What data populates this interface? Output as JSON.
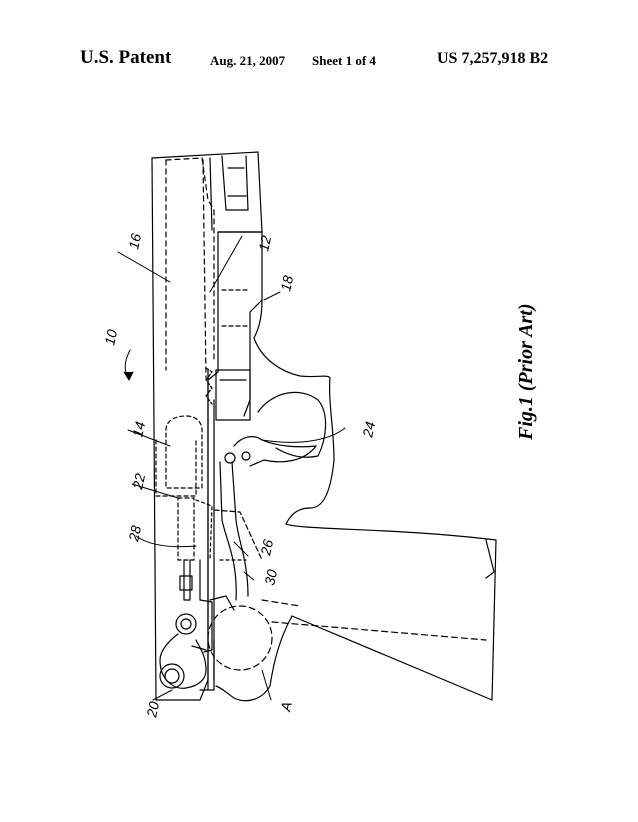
{
  "header": {
    "left": "U.S. Patent",
    "date": "Aug. 21, 2007",
    "sheet": "Sheet 1 of 4",
    "number": "US 7,257,918 B2"
  },
  "figure": {
    "caption": "Fig.1 (Prior Art)",
    "labels": {
      "r10": "10",
      "r16": "16",
      "r12": "12",
      "r18": "18",
      "r14": "14",
      "r22": "22",
      "r28": "28",
      "r26": "26",
      "r30": "30",
      "r24": "24",
      "r20": "20",
      "rA": "A"
    }
  }
}
